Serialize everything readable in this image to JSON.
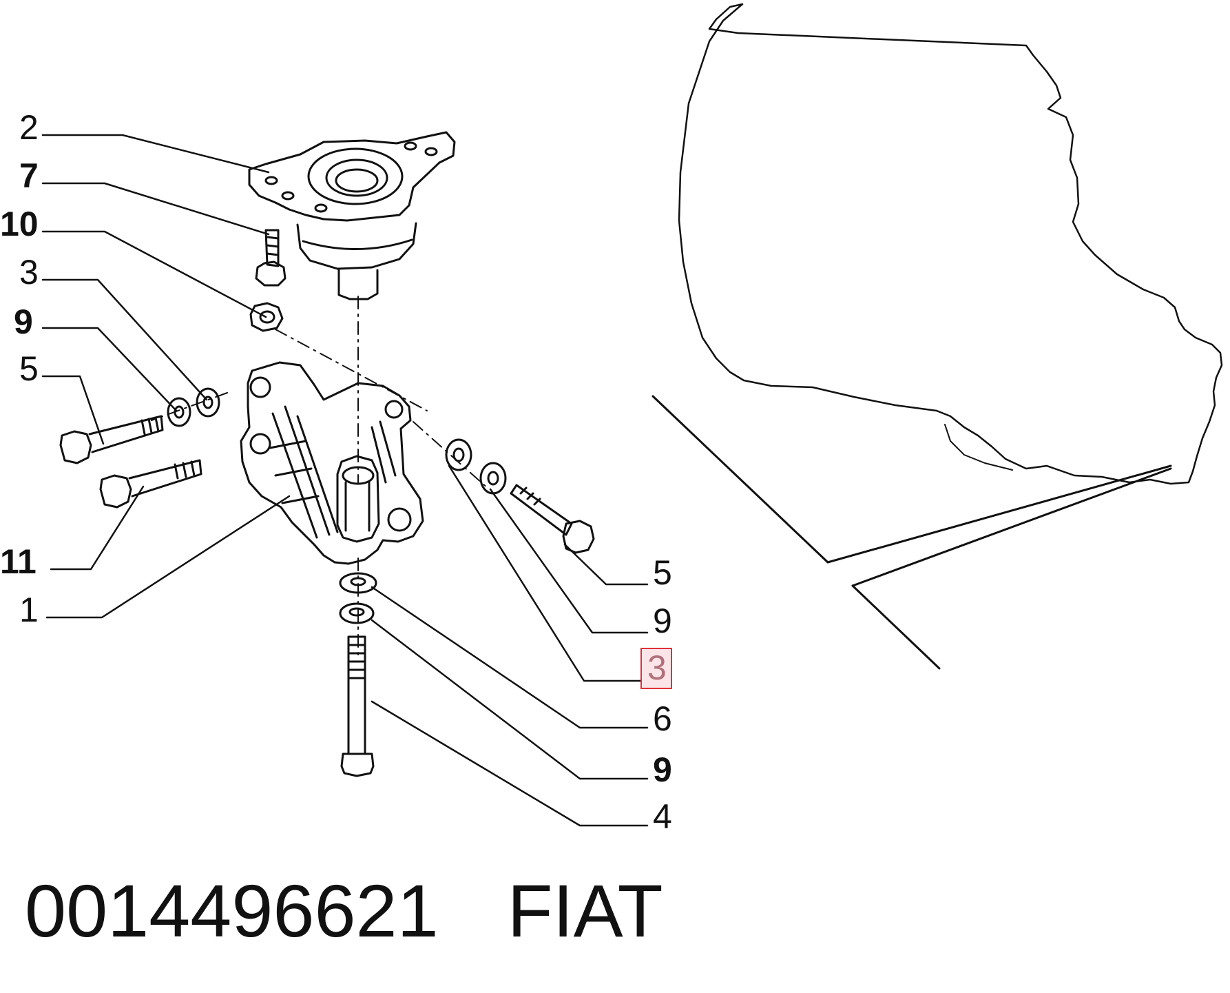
{
  "callouts": [
    {
      "id": "c2",
      "label": "2"
    },
    {
      "id": "c7",
      "label": "7"
    },
    {
      "id": "c10",
      "label": "10"
    },
    {
      "id": "c3l",
      "label": "3"
    },
    {
      "id": "c9l",
      "label": "9"
    },
    {
      "id": "c5l",
      "label": "5"
    },
    {
      "id": "c11",
      "label": "11"
    },
    {
      "id": "c1",
      "label": "1"
    },
    {
      "id": "c5r",
      "label": "5"
    },
    {
      "id": "c9r",
      "label": "9"
    },
    {
      "id": "c3r",
      "label": "3"
    },
    {
      "id": "c6",
      "label": "6"
    },
    {
      "id": "c9b",
      "label": "9"
    },
    {
      "id": "c4",
      "label": "4"
    }
  ],
  "highlighted_callout": "3",
  "footer": {
    "part_number": "0014496621",
    "brand": "FIAT"
  },
  "colors": {
    "line": "#111111",
    "highlight_border": "#e0303a",
    "highlight_fill": "#fbe5e8",
    "highlight_text": "#b2707a"
  }
}
